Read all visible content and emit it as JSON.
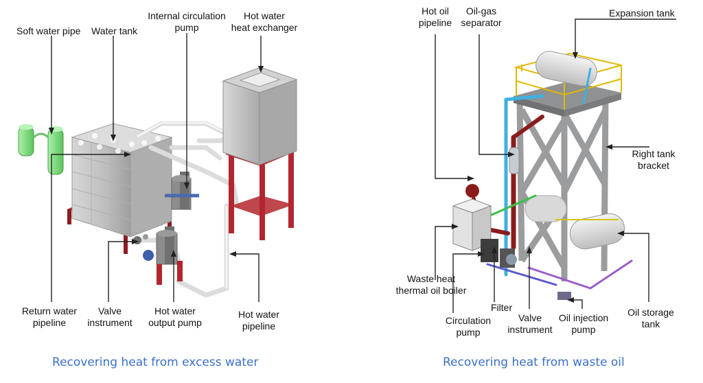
{
  "left_panel": {
    "labels": {
      "soft_water_pipe": "Soft water pipe",
      "water_tank": "Water tank",
      "internal_circulation_pump": [
        "Internal circulation",
        "pump"
      ],
      "hot_water_heat_exchanger": [
        "Hot water",
        "heat exchanger"
      ],
      "return_water_pipeline": [
        "Return water",
        "pipeline"
      ],
      "valve_instrument": [
        "Valve",
        "instrument"
      ],
      "hot_water_output_pump": [
        "Hot water",
        "output pump"
      ],
      "hot_water_pipeline": [
        "Hot water",
        "pipeline"
      ]
    },
    "caption": "Recovering heat from excess water"
  },
  "right_panel": {
    "labels": {
      "hot_oil_pipeline": [
        "Hot oil",
        "pipeline"
      ],
      "oil_gas_separator": [
        "Oil-gas",
        "separator"
      ],
      "expansion_tank": "Expansion tank",
      "right_tank_bracket": [
        "Right tank",
        "bracket"
      ],
      "waste_heat_thermal_oil_boiler": [
        "Waste heat",
        "thermal oil boiler"
      ],
      "filter": "Filter",
      "circulation_pump": [
        "Circulation",
        "pump"
      ],
      "valve_instrument": [
        "Valve",
        "instrument"
      ],
      "oil_injection_pump": [
        "Oil injection",
        "pump"
      ],
      "oil_storage_tank": [
        "Oil storage",
        "tank"
      ]
    },
    "caption": "Recovering heat from waste oil"
  },
  "colors": {
    "caption": "#3a6fc8",
    "tank_grey": "#c9c9c9",
    "support_red": "#b3262e",
    "soft_water_green": "#7ddc7d",
    "tower_grey": "#a7a9ab",
    "rail_yellow": "#e0b800",
    "pipe_blue": "#3fb0e0",
    "pipe_maroon": "#8a1c1c"
  }
}
